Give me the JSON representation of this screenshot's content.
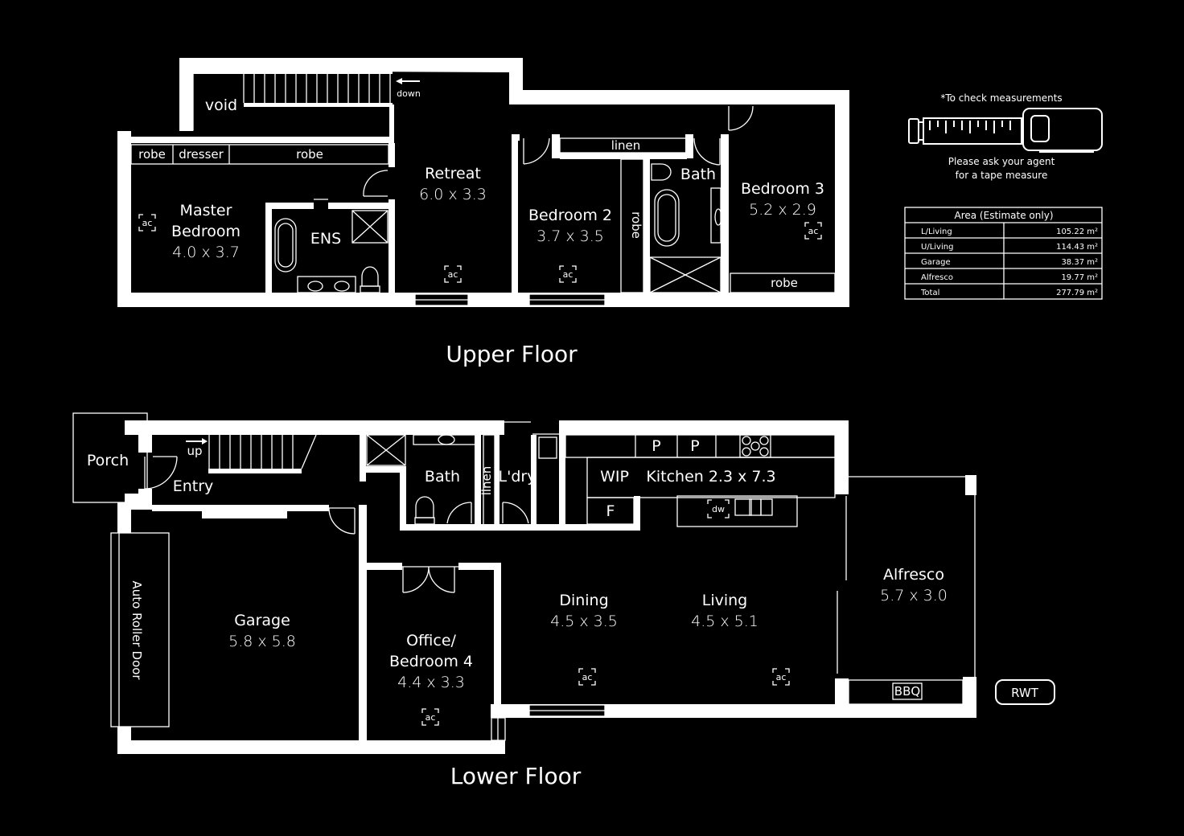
{
  "titles": {
    "upper": "Upper Floor",
    "lower": "Lower Floor"
  },
  "colors": {
    "background": "#000000",
    "walls": "#ffffff",
    "text": "#ffffff"
  },
  "upper": {
    "void": "void",
    "down": "down",
    "robe_left": "robe",
    "dresser": "dresser",
    "robe_right": "robe",
    "master": {
      "name1": "Master",
      "name2": "Bedroom",
      "dims": "4.0 x 3.7"
    },
    "ens": "ENS",
    "retreat": {
      "name": "Retreat",
      "dims": "6.0 x 3.3"
    },
    "bedroom2": {
      "name": "Bedroom 2",
      "dims": "3.7 x 3.5"
    },
    "linen": "linen",
    "robe_b2": "robe",
    "bath": "Bath",
    "bedroom3": {
      "name": "Bedroom 3",
      "dims": "5.2 x 2.9"
    },
    "robe_b3": "robe",
    "ac": "ac"
  },
  "lower": {
    "porch": "Porch",
    "up": "up",
    "entry": "Entry",
    "bath": "Bath",
    "linen": "linen",
    "laundry": "L'dry",
    "wip": "WIP",
    "pantry1": "P",
    "pantry2": "P",
    "fridge": "F",
    "kitchen": "Kitchen 2.3 x 7.3",
    "dishwasher": "dw",
    "garage": {
      "name": "Garage",
      "dims": "5.8 x 5.8"
    },
    "roller_door": "Auto Roller Door",
    "office": {
      "name1": "Office/",
      "name2": "Bedroom 4",
      "dims": "4.4 x 3.3"
    },
    "dining": {
      "name": "Dining",
      "dims": "4.5 x 3.5"
    },
    "living": {
      "name": "Living",
      "dims": "4.5 x 5.1"
    },
    "alfresco": {
      "name": "Alfresco",
      "dims": "5.7 x 3.0"
    },
    "bbq": "BBQ",
    "rwt": "RWT",
    "ac": "ac"
  },
  "tape": {
    "note": "*To check measurements",
    "line1": "Please ask your agent",
    "line2": "for a tape measure"
  },
  "area_table": {
    "header": "Area (Estimate only)",
    "rows": [
      {
        "label": "L/Living",
        "value": "105.22 m²"
      },
      {
        "label": "U/Living",
        "value": "114.43 m²"
      },
      {
        "label": "Garage",
        "value": "38.37 m²"
      },
      {
        "label": "Alfresco",
        "value": "19.77 m²"
      },
      {
        "label": "Total",
        "value": "277.79 m²"
      }
    ]
  }
}
